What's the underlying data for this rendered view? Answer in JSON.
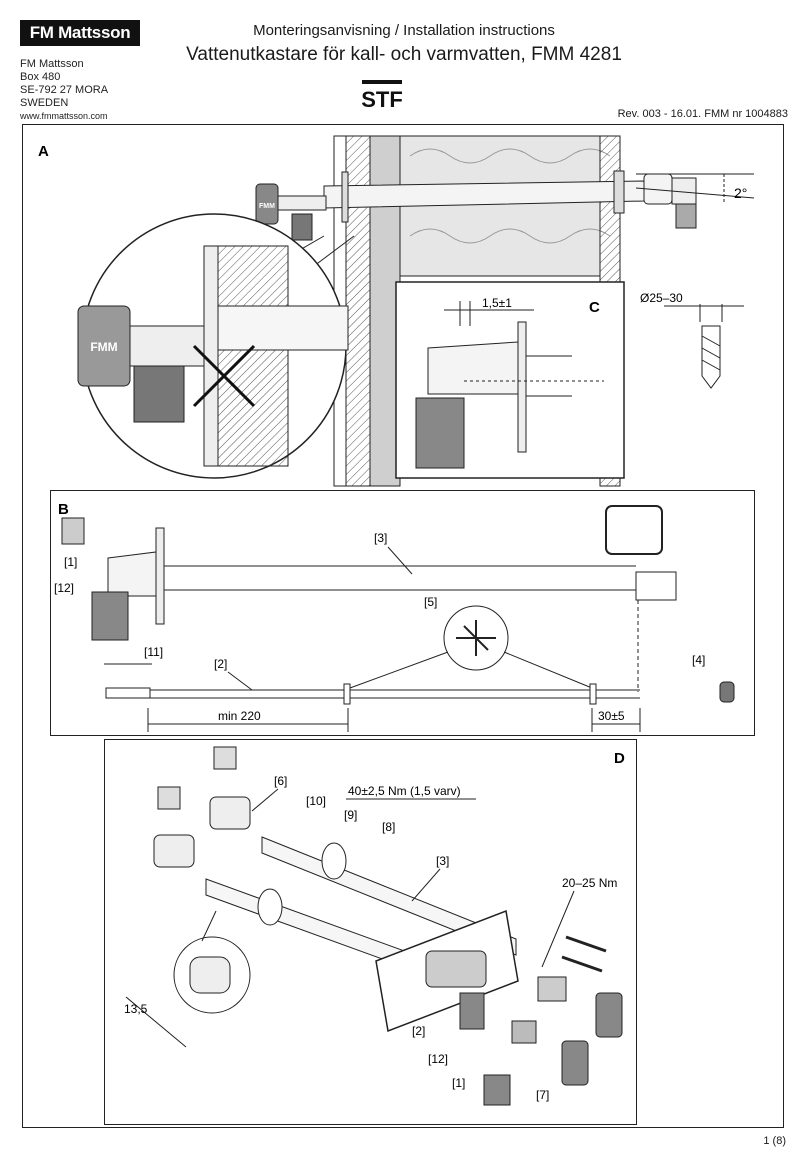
{
  "header": {
    "logo": "FM Mattsson",
    "address": [
      "FM Mattsson",
      "Box 480",
      "SE-792 27 MORA",
      "SWEDEN"
    ],
    "website": "www.fmmattsson.com",
    "subtitle": "Monteringsanvisning / Installation instructions",
    "title": "Vattenutkastare för kall- och varmvatten, FMM 4281",
    "stamp": "STF",
    "revision": "Rev. 003 - 16.01. FMM nr 1004883"
  },
  "panel_a": {
    "label": "A",
    "angle": "2°",
    "handle_marking": "FMM",
    "inset_c": {
      "label": "C",
      "dimension": "1,5±1"
    },
    "drill_diameter": "Ø25–30"
  },
  "panel_b": {
    "label": "B",
    "callouts": [
      "[1]",
      "[12]",
      "[3]",
      "[5]",
      "[11]",
      "[2]",
      "[4]"
    ],
    "dim_min": "min 220",
    "dim_end": "30±5"
  },
  "panel_d": {
    "label": "D",
    "callouts": [
      "[6]",
      "[10]",
      "[9]",
      "[8]",
      "[3]",
      "[2]",
      "[12]",
      "[1]",
      "[7]"
    ],
    "torque_nut": "40±2,5 Nm (1,5 varv)",
    "torque_screw": "20–25 Nm",
    "dim_13": "13,5"
  },
  "footer": {
    "page": "1",
    "total": "(8)"
  },
  "colors": {
    "line": "#222222",
    "wall_gray": "#cfcfcf",
    "insulation": "#e6e6e6"
  }
}
